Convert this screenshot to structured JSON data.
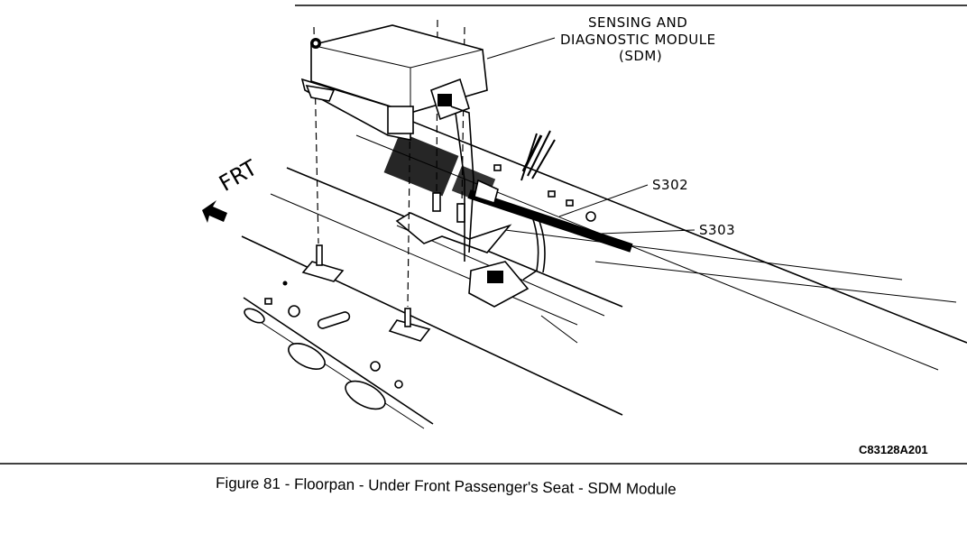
{
  "labels": {
    "sdm_line1": "SENSING AND",
    "sdm_line2": "DIAGNOSTIC MODULE",
    "sdm_line3": "(SDM)",
    "s302": "S302",
    "s303": "S303",
    "frt": "FRT",
    "figure_code": "C83128A201"
  },
  "caption": "Figure 81 - Floorpan - Under Front Passenger's Seat - SDM Module"
}
